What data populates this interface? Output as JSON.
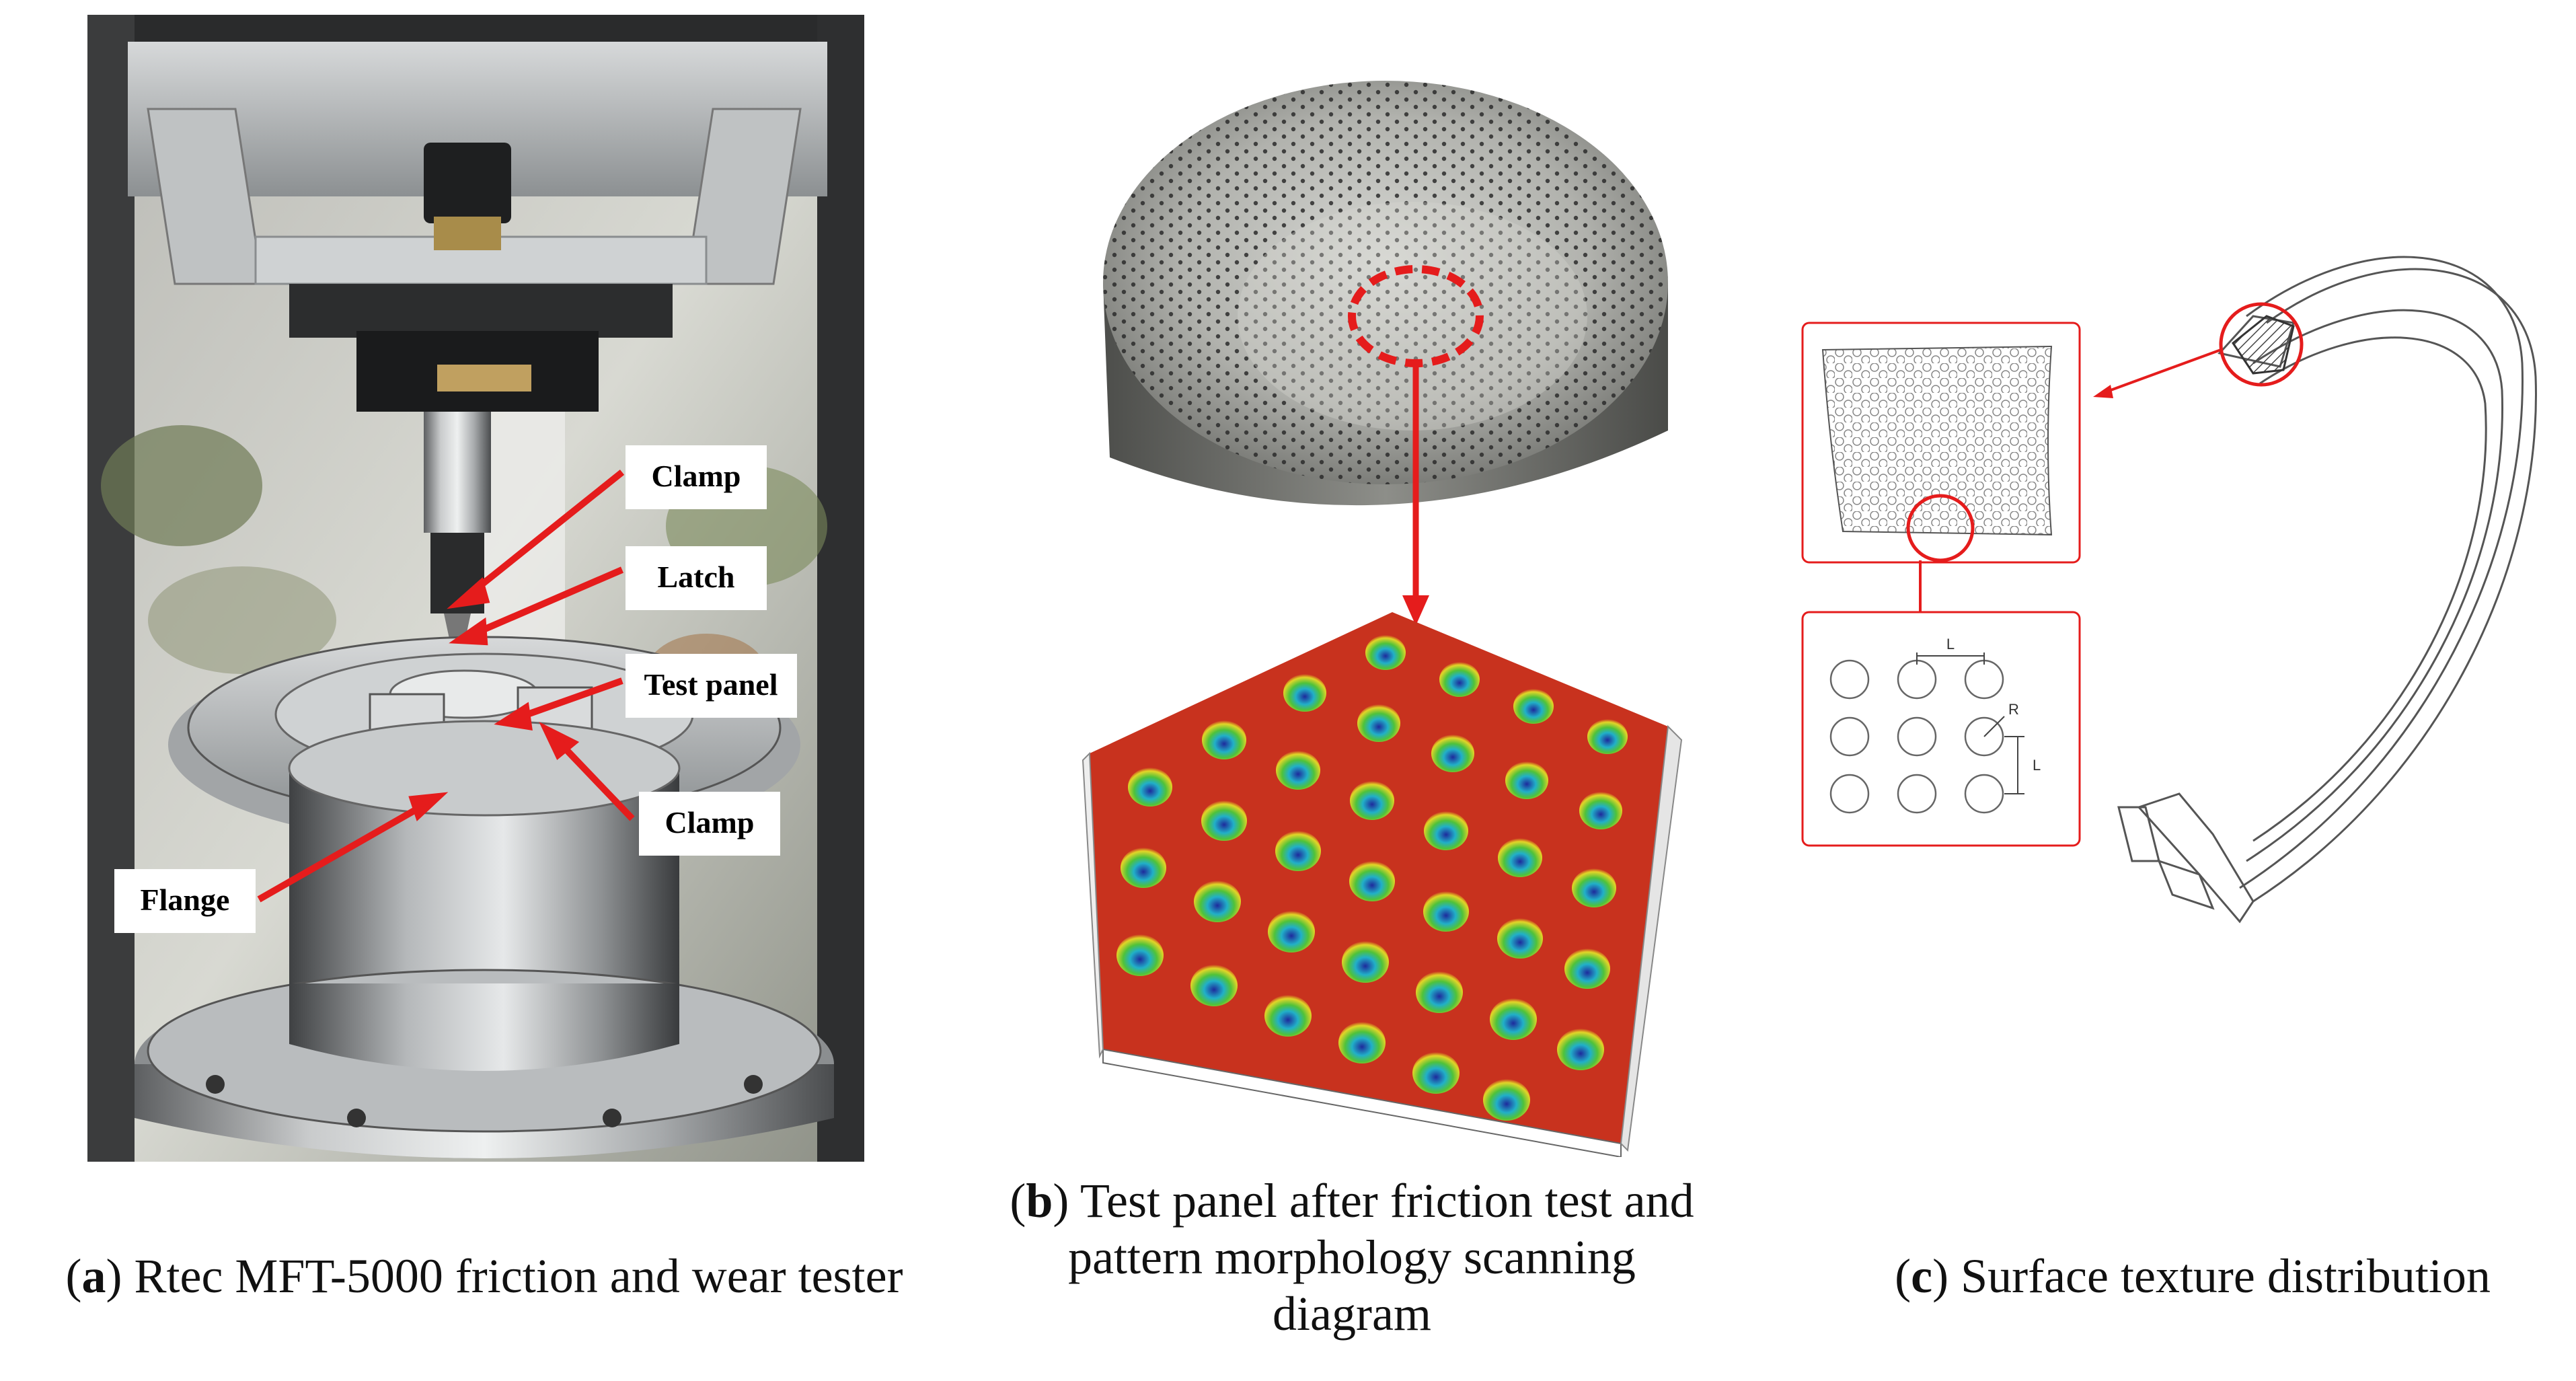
{
  "panel_a": {
    "labels": {
      "clamp_top": "Clamp",
      "latch": "Latch",
      "test_panel": "Test panel",
      "clamp_bottom": "Clamp",
      "flange": "Flange"
    },
    "caption": {
      "letter": "a",
      "text": ") Rtec MFT-5000 friction and wear tester"
    }
  },
  "panel_b": {
    "caption": {
      "letter": "b",
      "line1": ") Test panel after friction test and",
      "line2": "pattern morphology scanning",
      "line3": "diagram"
    }
  },
  "panel_c": {
    "dimension_labels": {
      "spacing_horizontal": "L",
      "spacing_vertical": "L",
      "radius": "R"
    },
    "caption": {
      "letter": "c",
      "text": ") Surface texture distribution"
    }
  },
  "colors": {
    "annotation_red": "#e51c1c",
    "scan_surface_red": "#c8321e",
    "outline_gray": "#555555"
  }
}
